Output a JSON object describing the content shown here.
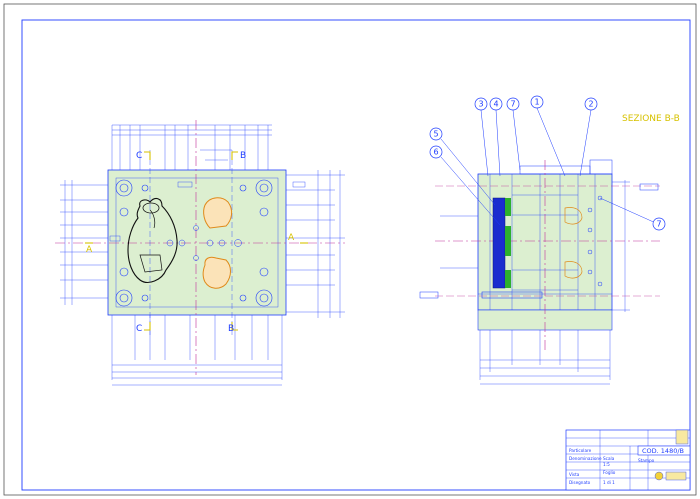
{
  "drawing": {
    "section_title": "SEZIONE B-B",
    "left_view": {
      "section_marks": {
        "top_c": "C",
        "top_b": "B",
        "bottom_c": "C",
        "bottom_b": "B",
        "left_a": "A",
        "right_a": "A"
      }
    },
    "right_view": {
      "balloons": [
        "3",
        "4",
        "7",
        "1",
        "2",
        "5",
        "6",
        "7"
      ]
    },
    "title_block": {
      "code": "COD. 1480/B",
      "part_name": "Particolare",
      "material": "Denominazione",
      "scale_label": "Scala",
      "scale_value": "1:5",
      "sheet_label": "Foglio",
      "sheet_value": "1 di 1",
      "view_label": "Vista",
      "designer": "Disegnato",
      "company": "Stampo"
    }
  },
  "colors": {
    "line": "#1e3cff",
    "plate_fill": "#dcefd0",
    "axis": "#c0309a",
    "marker_yellow": "#d7c200",
    "blue_block": "#1b2ccf",
    "green_block": "#2db02d",
    "part_orange": "#e08a1a"
  }
}
